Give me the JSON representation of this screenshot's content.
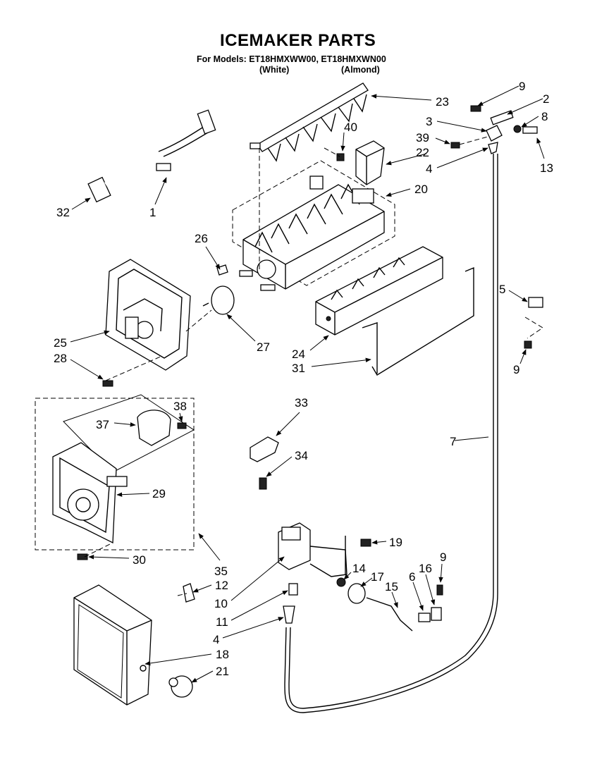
{
  "header": {
    "title": "ICEMAKER PARTS",
    "models_line": "For Models: ET18HMXWW00, ET18HMXWN00",
    "variant_white": "(White)",
    "variant_almond": "(Almond)"
  },
  "parts": [
    {
      "id": "p1",
      "label": "1"
    },
    {
      "id": "p2",
      "label": "2"
    },
    {
      "id": "p3",
      "label": "3"
    },
    {
      "id": "p4a",
      "label": "4"
    },
    {
      "id": "p4b",
      "label": "4"
    },
    {
      "id": "p5",
      "label": "5"
    },
    {
      "id": "p6",
      "label": "6"
    },
    {
      "id": "p7",
      "label": "7"
    },
    {
      "id": "p8",
      "label": "8"
    },
    {
      "id": "p9a",
      "label": "9"
    },
    {
      "id": "p9b",
      "label": "9"
    },
    {
      "id": "p9c",
      "label": "9"
    },
    {
      "id": "p10",
      "label": "10"
    },
    {
      "id": "p11",
      "label": "11"
    },
    {
      "id": "p12",
      "label": "12"
    },
    {
      "id": "p13",
      "label": "13"
    },
    {
      "id": "p14",
      "label": "14"
    },
    {
      "id": "p15",
      "label": "15"
    },
    {
      "id": "p16",
      "label": "16"
    },
    {
      "id": "p17",
      "label": "17"
    },
    {
      "id": "p18",
      "label": "18"
    },
    {
      "id": "p19",
      "label": "19"
    },
    {
      "id": "p20",
      "label": "20"
    },
    {
      "id": "p21",
      "label": "21"
    },
    {
      "id": "p22",
      "label": "22"
    },
    {
      "id": "p23",
      "label": "23"
    },
    {
      "id": "p24",
      "label": "24"
    },
    {
      "id": "p25",
      "label": "25"
    },
    {
      "id": "p26",
      "label": "26"
    },
    {
      "id": "p27",
      "label": "27"
    },
    {
      "id": "p28",
      "label": "28"
    },
    {
      "id": "p29",
      "label": "29"
    },
    {
      "id": "p30",
      "label": "30"
    },
    {
      "id": "p31",
      "label": "31"
    },
    {
      "id": "p32",
      "label": "32"
    },
    {
      "id": "p33",
      "label": "33"
    },
    {
      "id": "p34",
      "label": "34"
    },
    {
      "id": "p35",
      "label": "35"
    },
    {
      "id": "p37",
      "label": "37"
    },
    {
      "id": "p38",
      "label": "38"
    },
    {
      "id": "p39",
      "label": "39"
    },
    {
      "id": "p40",
      "label": "40"
    }
  ]
}
